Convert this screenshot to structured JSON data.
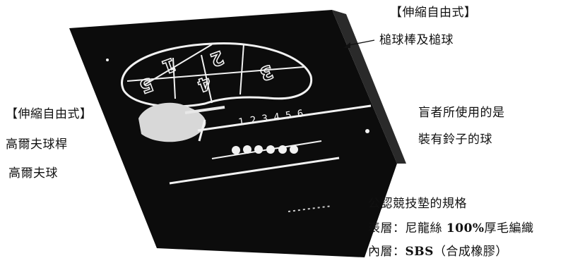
{
  "mat": {
    "court_numbers": [
      "1",
      "2",
      "3",
      "4",
      "5"
    ],
    "scoreboard_marks": "1 2 3 4 5 6"
  },
  "captions": {
    "top_right": {
      "line1": "【伸縮自由式】",
      "line2": "槌球棒及槌球"
    },
    "left": {
      "line1": "【伸縮自由式】",
      "line2": "高爾夫球桿",
      "line3": "高爾夫球"
    },
    "right_mid": {
      "line1": "盲者所使用的是",
      "line2": "裝有鈴子的球"
    },
    "bottom_right": {
      "line1": "公認競技墊的規格",
      "line2_label": "表層：尼龍絲 ",
      "line2_bold": "100%",
      "line2_rest": "厚毛編織",
      "line3_label": "內層：",
      "line3_bold": "SBS",
      "line3_rest": "（合成橡膠）"
    }
  },
  "colors": {
    "mat": "#0c0c0c",
    "lines": "#f2f2f2",
    "background": "#ffffff"
  }
}
